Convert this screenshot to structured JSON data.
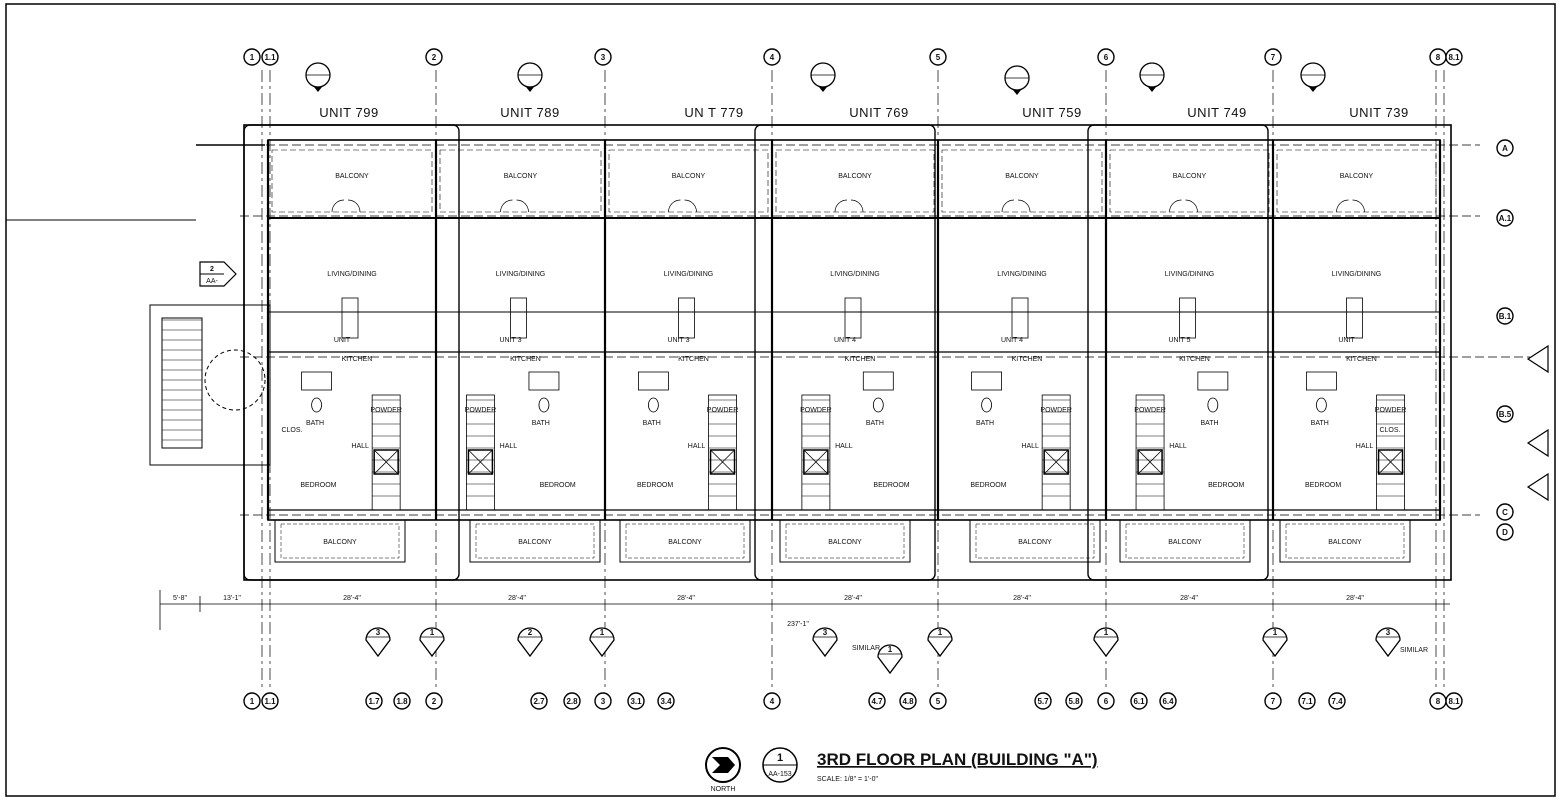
{
  "sheet": {
    "title": "3RD FLOOR PLAN (BUILDING \"A\")",
    "title_ref_num": "1",
    "title_ref_sheet": "AA-153",
    "scale": "SCALE: 1/8\" = 1'-0\"",
    "north_label": "NORTH"
  },
  "units": [
    "UNIT 799",
    "UNIT 789",
    "UN T 779",
    "UNIT 769",
    "UNIT 759",
    "UNIT 749",
    "UNIT 739"
  ],
  "top_grid": [
    "1",
    "1.1",
    "2",
    "3",
    "4",
    "5",
    "6",
    "7",
    "8",
    "8.1"
  ],
  "bottom_grid": [
    "1",
    "1.1",
    "1.7",
    "1.8",
    "2",
    "2.7",
    "2.8",
    "3",
    "3.1",
    "3.4",
    "4",
    "4.7",
    "4.8",
    "5",
    "5.7",
    "5.8",
    "6",
    "6.1",
    "6.4",
    "7",
    "7.1",
    "7.4",
    "8",
    "8.1"
  ],
  "right_grid": [
    "A",
    "A.1",
    "B.1",
    "B.5",
    "C",
    "D"
  ],
  "rooms": {
    "balcony": "BALCONY",
    "living_dining": "LIVING/DINING",
    "kitchen": "KITCHEN",
    "bedroom": "BEDROOM",
    "bath": "BATH",
    "powder": "POWDER",
    "hall": "HALL",
    "closet": "CLOS."
  },
  "unit_types": [
    "UNIT",
    "UNIT 3",
    "UNIT 3",
    "UNIT 4",
    "UNIT 4",
    "UNIT 5",
    "UNIT"
  ],
  "dimensions": {
    "unit_width": "28'-4\"",
    "left_a": "5'-8\"",
    "left_b": "13'-1\"",
    "overall": "237'-1\""
  },
  "section_tags": [
    "3",
    "1",
    "2",
    "1",
    "3",
    "1",
    "1",
    "1",
    "1",
    "3"
  ],
  "similar_note": "SIMILAR"
}
